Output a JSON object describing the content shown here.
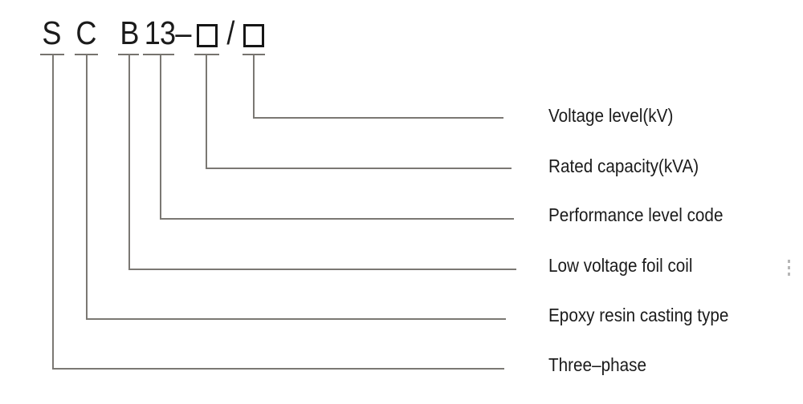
{
  "colors": {
    "background": "#ffffff",
    "line": "#7b7873",
    "text": "#1b1b1b",
    "artifact_dots": "#b6b6b6"
  },
  "model_code": {
    "series_letter": "S",
    "casting_letter": "C",
    "winding_letter": "B",
    "performance_number": "13",
    "separator_dash": "–",
    "separator_slash": "/"
  },
  "designations": [
    {
      "text": "Voltage level(kV)"
    },
    {
      "text": "Rated capacity(kVA)"
    },
    {
      "text": "Performance level code"
    },
    {
      "text": "Low voltage foil coil"
    },
    {
      "text": "Epoxy resin casting type"
    },
    {
      "text": "Three–phase"
    }
  ]
}
